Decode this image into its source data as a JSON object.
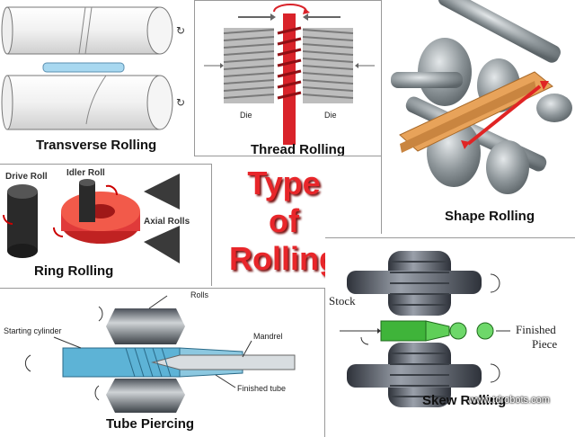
{
  "title": {
    "line1": "Type",
    "line2": "of",
    "line3": "Rolling"
  },
  "panels": {
    "transverse": {
      "caption": "Transverse Rolling"
    },
    "thread": {
      "caption": "Thread Rolling",
      "die_left": "Die",
      "die_right": "Die"
    },
    "shape": {
      "caption": "Shape Rolling"
    },
    "ring": {
      "caption": "Ring Rolling",
      "drive_roll": "Drive Roll",
      "idler_roll": "Idler Roll",
      "axial_rolls": "Axial Rolls"
    },
    "tube": {
      "caption": "Tube Piercing",
      "rolls": "Rolls",
      "starting_cylinder": "Starting cylinder",
      "mandrel": "Mandrel",
      "finished_tube": "Finished tube"
    },
    "skew": {
      "caption": "Skew Rolling",
      "stock": "Stock",
      "finished_piece_1": "Finished",
      "finished_piece_2": "Piece"
    }
  },
  "watermark": "www.tdrobots.com",
  "colors": {
    "title_red": "#e8262a",
    "thread_red": "#d9232a",
    "ring_red": "#e03a3a",
    "tube_blue": "#5db3d6",
    "skew_green": "#3fb43a",
    "shape_orange": "#e8a35a",
    "arrow_red": "#e02424"
  }
}
